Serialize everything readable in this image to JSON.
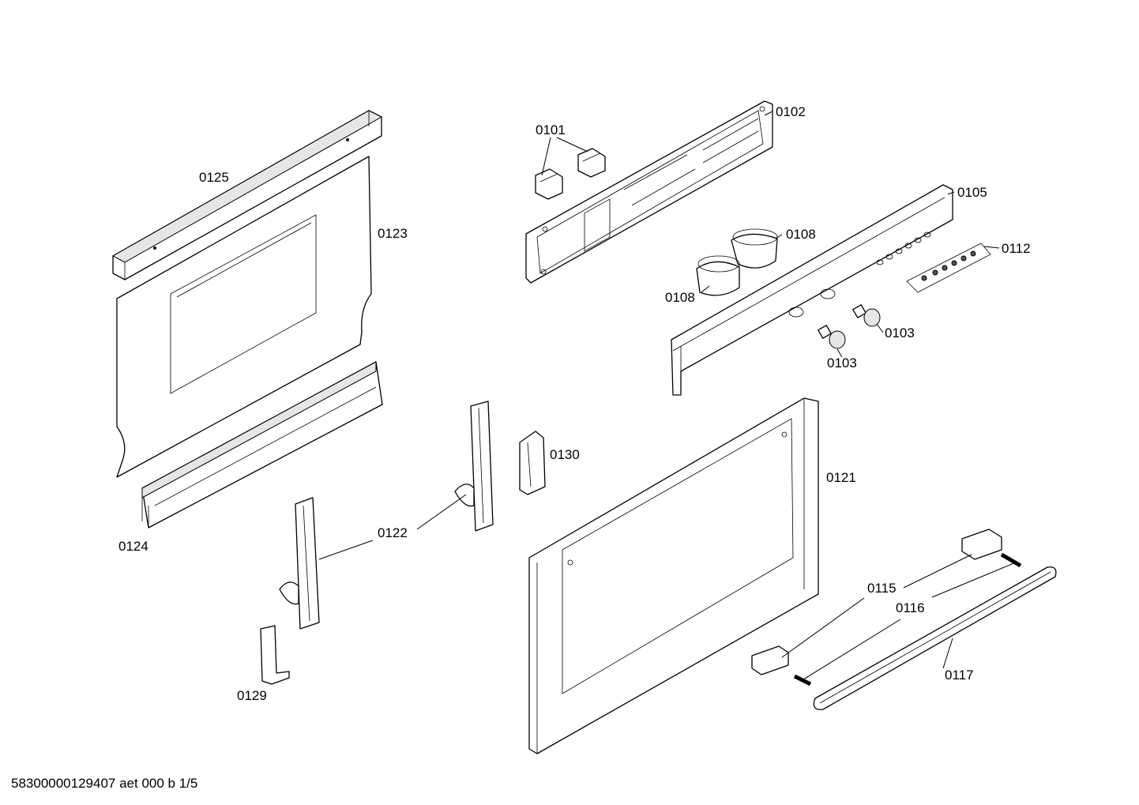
{
  "labels": {
    "p0101": "0101",
    "p0102": "0102",
    "p0103a": "0103",
    "p0103b": "0103",
    "p0105": "0105",
    "p0108a": "0108",
    "p0108b": "0108",
    "p0112": "0112",
    "p0115": "0115",
    "p0116": "0116",
    "p0117": "0117",
    "p0121": "0121",
    "p0122": "0122",
    "p0123": "0123",
    "p0124": "0124",
    "p0125": "0125",
    "p0129": "0129",
    "p0130": "0130"
  },
  "footer": "58300000129407 aet 000 b 1/5"
}
